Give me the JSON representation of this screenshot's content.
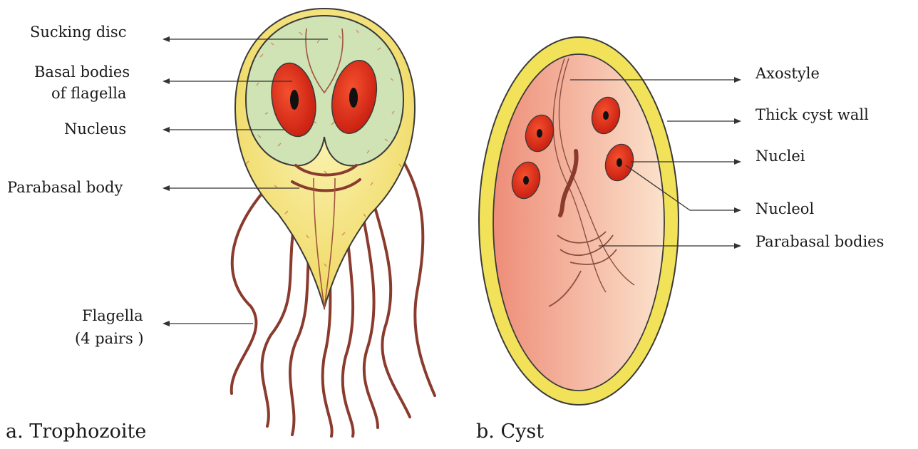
{
  "troph": {
    "caption": "a. Trophozoite",
    "labels": {
      "sucking_disc": "Sucking disc",
      "basal_1": "Basal bodies",
      "basal_2": "of flagella",
      "nucleus": "Nucleus",
      "parabasal": "Parabasal body",
      "flagella_1": "Flagella",
      "flagella_2": "(4 pairs )"
    }
  },
  "cyst": {
    "caption": "b. Cyst",
    "labels": {
      "axostyle": "Axostyle",
      "wall": "Thick cyst wall",
      "nuclei": "Nuclei",
      "nucleol": "Nucleol",
      "parabasal": "Parabasal bodies"
    }
  },
  "colors": {
    "troph_body": "#f3e27a",
    "troph_disc": "#cfe3b5",
    "nucleus_red": "#e8321f",
    "flagella": "#8a3b2e",
    "cyst_wall": "#f2e25a",
    "cyst_inner": "#f5b8a0"
  }
}
